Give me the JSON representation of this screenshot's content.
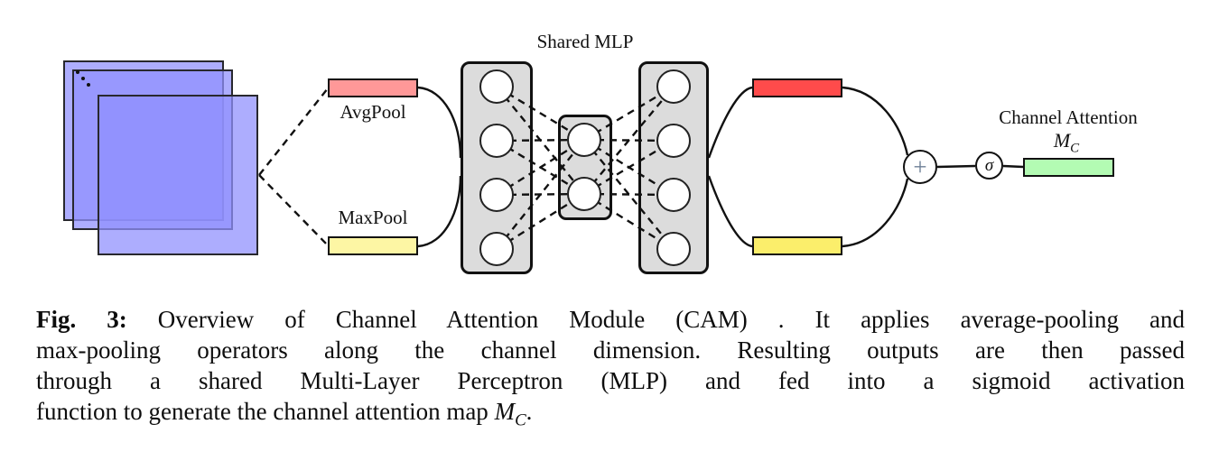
{
  "figure": {
    "labels": {
      "avgpool": "AvgPool",
      "maxpool": "MaxPool",
      "shared_mlp": "Shared MLP",
      "channel_attention": "Channel Attention",
      "mc_var": "M",
      "mc_sub": "C",
      "sum": "+",
      "sigma": "σ"
    },
    "colors": {
      "feature_map_overlap": "#9a9afd",
      "feature_map_front": "#adadfa",
      "avgpool_bar": "#ff9898",
      "maxpool_bar": "#fdf6a4",
      "avg_output_bar": "#ff4b4b",
      "max_output_bar": "#fbee6b",
      "attention_map_bar": "#b3fbb3",
      "mlp_layer_fill": "#dcdcdc",
      "stroke": "#111111",
      "plus_sign": "#6d7f96"
    }
  },
  "caption": {
    "fig_label": "Fig. 3:",
    "line1_rest": " Overview of Channel Attention Module (CAM) . It applies average-pooling and",
    "line2": "max-pooling operators along the channel dimension. Resulting outputs are then passed",
    "line3": "through a shared Multi-Layer Perceptron (MLP) and fed into a sigmoid activation",
    "line4_before_math": "function to generate the channel attention map ",
    "math_var": "M",
    "math_sub": "C",
    "period": "."
  }
}
